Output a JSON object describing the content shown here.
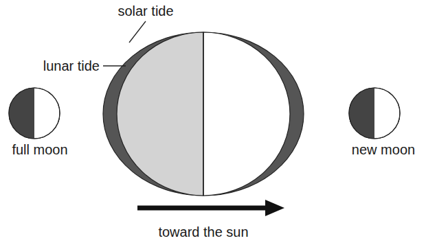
{
  "diagram": {
    "labels": [
      "solar tide",
      "lunar tide",
      "full moon",
      "new moon",
      "toward the sun"
    ]
  }
}
